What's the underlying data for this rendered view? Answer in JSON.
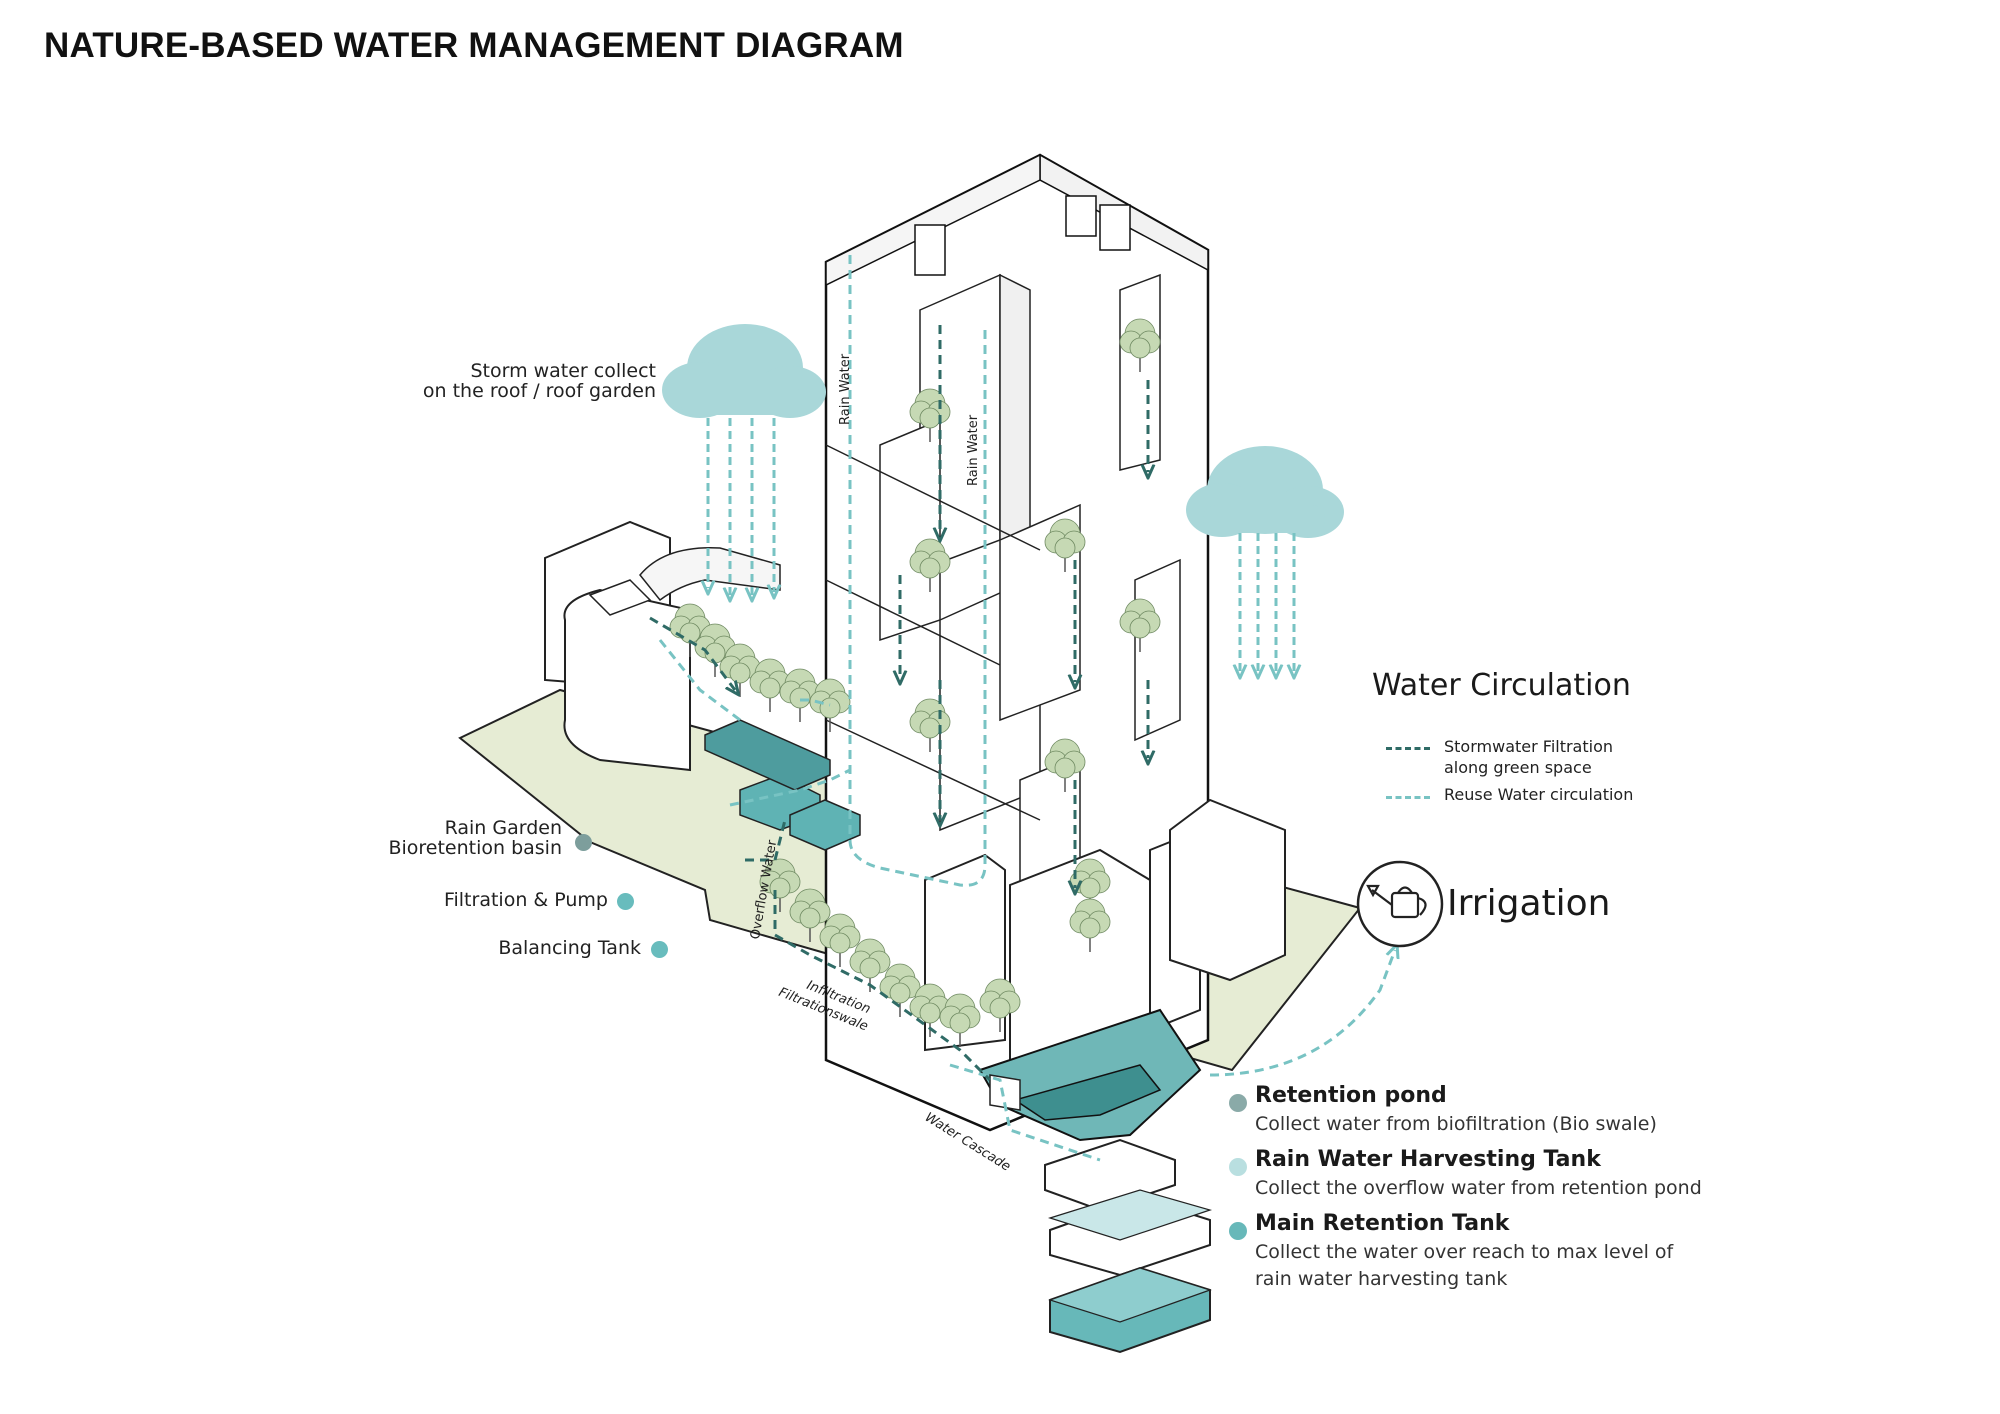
{
  "title": "NATURE-BASED WATER MANAGEMENT DIAGRAM",
  "labels": {
    "storm_line1": "Storm water collect",
    "storm_line2": "on the roof / roof garden",
    "rain_garden_line1": "Rain Garden",
    "rain_garden_line2": "Bioretention basin",
    "filtration_pump": "Filtration & Pump",
    "balancing_tank": "Balancing Tank",
    "rain_water_1": "Rain Water",
    "rain_water_2": "Rain Water",
    "overflow_water": "Overflow Water",
    "infiltration": "Infiltration",
    "filtration_swale": "Filtrationswale",
    "water_cascade": "Water Cascade"
  },
  "legend": {
    "title": "Water Circulation",
    "items": [
      {
        "line1": "Stormwater Filtration",
        "line2": "along green space",
        "color": "#2f6b66"
      },
      {
        "line1": "Reuse Water circulation",
        "line2": "",
        "color": "#78c3c3"
      }
    ]
  },
  "irrigation": {
    "label": "Irrigation",
    "icon": "watering-can-icon"
  },
  "tanks": [
    {
      "title": "Retention pond",
      "desc_lines": [
        "Collect water from biofiltration (Bio swale)"
      ],
      "color": "#8aaaa8"
    },
    {
      "title": "Rain Water Harvesting Tank",
      "desc_lines": [
        "Collect the overflow water from retention pond"
      ],
      "color": "#b9dfe0"
    },
    {
      "title": "Main Retention Tank",
      "desc_lines": [
        "Collect the water over reach to max level of",
        "rain water harvesting tank"
      ],
      "color": "#67b8b9"
    }
  ],
  "colors": {
    "dark_teal": "#2f6b66",
    "light_teal": "#78c3c3",
    "cloud": "#a9d7d9",
    "ground": "#e6ecd4",
    "tree": "#c6d9b4",
    "tank": "#5fb3b4",
    "rain_garden_dot": "#7d9e9c",
    "filtration_dot": "#68bcbd",
    "balancing_dot": "#68bcbd"
  }
}
